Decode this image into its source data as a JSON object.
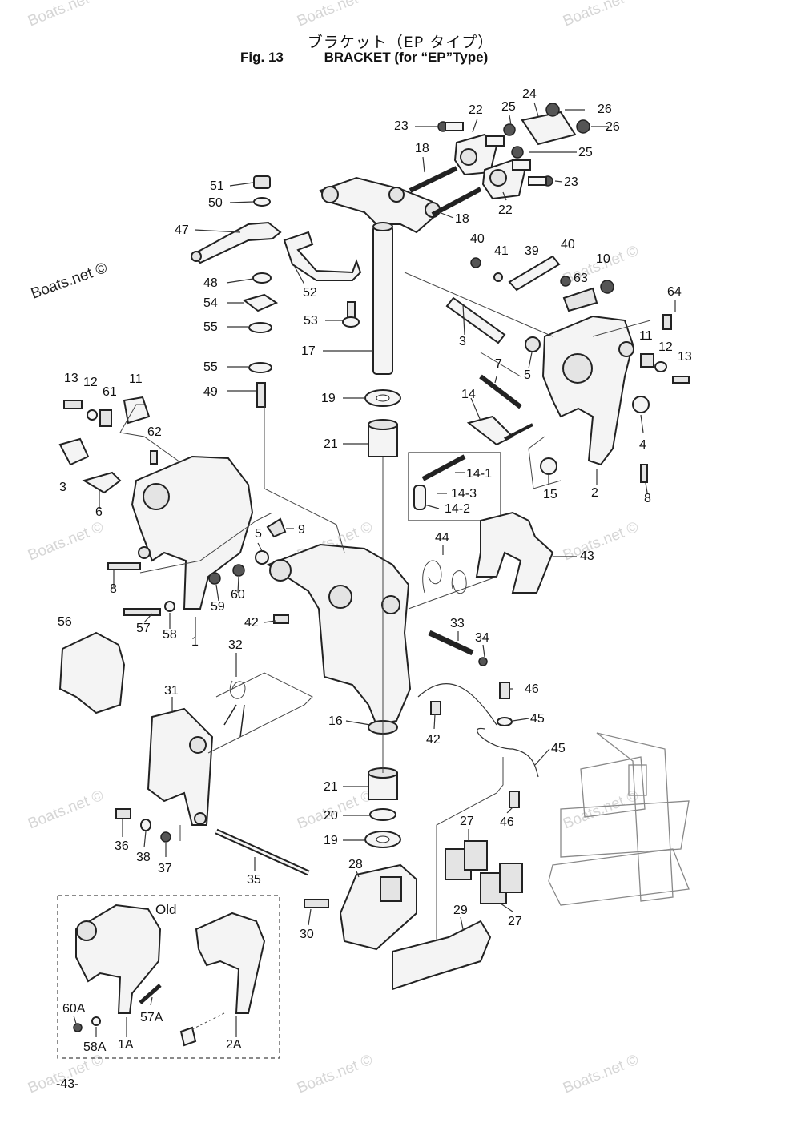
{
  "header": {
    "title_jp": "ブラケット（EP タイプ）",
    "fig_label": "Fig. 13",
    "title_en": "BRACKET (for “EP”Type)"
  },
  "watermark": {
    "text": "Boats.net ©"
  },
  "old_group_label": "Old",
  "page_number": "-43-",
  "callouts": [
    {
      "id": "c22a",
      "text": "22"
    },
    {
      "id": "c25a",
      "text": "25"
    },
    {
      "id": "c24",
      "text": "24"
    },
    {
      "id": "c26a",
      "text": "26"
    },
    {
      "id": "c23a",
      "text": "23"
    },
    {
      "id": "c26b",
      "text": "26"
    },
    {
      "id": "c18a",
      "text": "18"
    },
    {
      "id": "c25b",
      "text": "25"
    },
    {
      "id": "c51",
      "text": "51"
    },
    {
      "id": "c23b",
      "text": "23"
    },
    {
      "id": "c50",
      "text": "50"
    },
    {
      "id": "c22b",
      "text": "22"
    },
    {
      "id": "c18b",
      "text": "18"
    },
    {
      "id": "c47",
      "text": "47"
    },
    {
      "id": "c40a",
      "text": "40"
    },
    {
      "id": "c41",
      "text": "41"
    },
    {
      "id": "c39",
      "text": "39"
    },
    {
      "id": "c40b",
      "text": "40"
    },
    {
      "id": "c10",
      "text": "10"
    },
    {
      "id": "c63",
      "text": "63"
    },
    {
      "id": "c48",
      "text": "48"
    },
    {
      "id": "c52",
      "text": "52"
    },
    {
      "id": "c64",
      "text": "64"
    },
    {
      "id": "c54",
      "text": "54"
    },
    {
      "id": "c53",
      "text": "53"
    },
    {
      "id": "c3a",
      "text": "3"
    },
    {
      "id": "c55a",
      "text": "55"
    },
    {
      "id": "c11a",
      "text": "11"
    },
    {
      "id": "c12a",
      "text": "12"
    },
    {
      "id": "c13a",
      "text": "13"
    },
    {
      "id": "c17",
      "text": "17"
    },
    {
      "id": "c5a",
      "text": "5"
    },
    {
      "id": "c55b",
      "text": "55"
    },
    {
      "id": "c13b",
      "text": "13"
    },
    {
      "id": "c12b",
      "text": "12"
    },
    {
      "id": "c61",
      "text": "61"
    },
    {
      "id": "c11b",
      "text": "11"
    },
    {
      "id": "c7",
      "text": "7"
    },
    {
      "id": "c49",
      "text": "49"
    },
    {
      "id": "c19a",
      "text": "19"
    },
    {
      "id": "c14",
      "text": "14"
    },
    {
      "id": "c62",
      "text": "62"
    },
    {
      "id": "c4",
      "text": "4"
    },
    {
      "id": "c21a",
      "text": "21"
    },
    {
      "id": "c3b",
      "text": "3"
    },
    {
      "id": "c14-1",
      "text": "14-1"
    },
    {
      "id": "c15",
      "text": "15"
    },
    {
      "id": "c2",
      "text": "2"
    },
    {
      "id": "c8a",
      "text": "8"
    },
    {
      "id": "c14-3",
      "text": "14-3"
    },
    {
      "id": "c6",
      "text": "6"
    },
    {
      "id": "c14-2",
      "text": "14-2"
    },
    {
      "id": "c9",
      "text": "9"
    },
    {
      "id": "c5b",
      "text": "5"
    },
    {
      "id": "c44",
      "text": "44"
    },
    {
      "id": "c43",
      "text": "43"
    },
    {
      "id": "c8b",
      "text": "8"
    },
    {
      "id": "c60",
      "text": "60"
    },
    {
      "id": "c59",
      "text": "59"
    },
    {
      "id": "c42a",
      "text": "42"
    },
    {
      "id": "c1",
      "text": "1"
    },
    {
      "id": "c56",
      "text": "56"
    },
    {
      "id": "c57",
      "text": "57"
    },
    {
      "id": "c58",
      "text": "58"
    },
    {
      "id": "c33",
      "text": "33"
    },
    {
      "id": "c34",
      "text": "34"
    },
    {
      "id": "c32",
      "text": "32"
    },
    {
      "id": "c46a",
      "text": "46"
    },
    {
      "id": "c31",
      "text": "31"
    },
    {
      "id": "c16",
      "text": "16"
    },
    {
      "id": "c45a",
      "text": "45"
    },
    {
      "id": "c42b",
      "text": "42"
    },
    {
      "id": "c45b",
      "text": "45"
    },
    {
      "id": "c21b",
      "text": "21"
    },
    {
      "id": "c46b",
      "text": "46"
    },
    {
      "id": "c20",
      "text": "20"
    },
    {
      "id": "c27a",
      "text": "27"
    },
    {
      "id": "c36",
      "text": "36"
    },
    {
      "id": "c38",
      "text": "38"
    },
    {
      "id": "c37",
      "text": "37"
    },
    {
      "id": "c19b",
      "text": "19"
    },
    {
      "id": "c28",
      "text": "28"
    },
    {
      "id": "c35",
      "text": "35"
    },
    {
      "id": "c27b",
      "text": "27"
    },
    {
      "id": "c29",
      "text": "29"
    },
    {
      "id": "c30",
      "text": "30"
    },
    {
      "id": "c60A",
      "text": "60A"
    },
    {
      "id": "c57A",
      "text": "57A"
    },
    {
      "id": "c58A",
      "text": "58A"
    },
    {
      "id": "c1A",
      "text": "1A"
    },
    {
      "id": "c2A",
      "text": "2A"
    }
  ]
}
